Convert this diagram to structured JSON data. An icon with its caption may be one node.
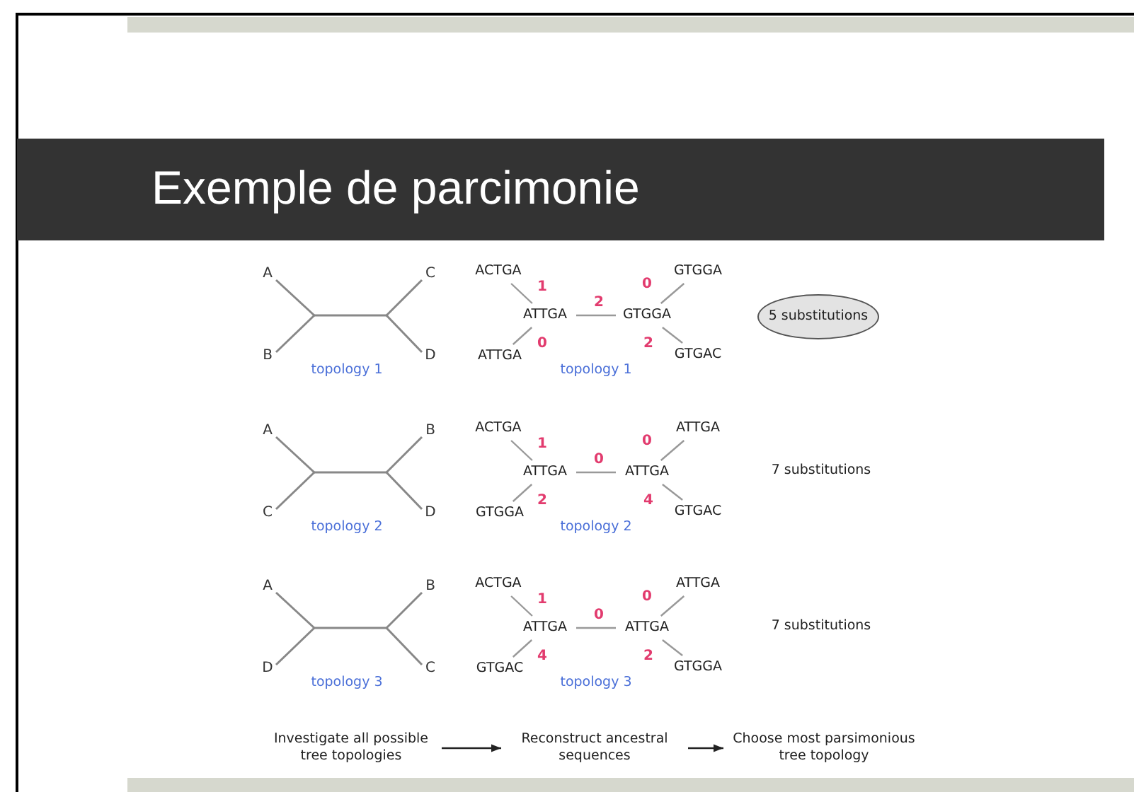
{
  "diagram": {
    "title": "Exemple de parcimonie",
    "nodes": [
      {
        "text": [
          "ACTGA"
        ]
      },
      {
        "text": [
          "GTGGA"
        ]
      },
      {
        "text": [
          "ATTGA"
        ]
      },
      {
        "text": [
          "GTGGA"
        ]
      },
      {
        "text": [
          "5 substitutions"
        ]
      },
      {
        "text": [
          "ATTGA"
        ]
      },
      {
        "text": [
          "GTGAC"
        ]
      },
      {
        "text": [
          "ACTGA"
        ]
      },
      {
        "text": [
          "ATTGA"
        ]
      },
      {
        "text": [
          "ATTGA"
        ]
      },
      {
        "text": [
          "ATTGA"
        ]
      },
      {
        "text": [
          "GTGGA"
        ]
      },
      {
        "text": [
          "GTGAC"
        ]
      },
      {
        "text": [
          "ACTGA"
        ]
      },
      {
        "text": [
          "ATTGA"
        ]
      },
      {
        "text": [
          "ATTGA"
        ]
      },
      {
        "text": [
          "ATTGA"
        ]
      },
      {
        "text": [
          "GTGAC"
        ]
      },
      {
        "text": [
          "GTGGA"
        ]
      },
      {
        "text": [
          "Investigate all possible tree topologies"
        ]
      },
      {
        "text": [
          "Reconstruct ancestral sequences"
        ]
      },
      {
        "text": [
          "Choose most parsimonious tree topology"
        ]
      }
    ],
    "edges": [
      {
        "from": 0,
        "to": 2,
        "arrow": "none",
        "label": "1"
      },
      {
        "from": 2,
        "to": 3,
        "arrow": "none",
        "label": "2"
      },
      {
        "from": 1,
        "to": 3,
        "arrow": "none",
        "label": "0"
      },
      {
        "from": 5,
        "to": 2,
        "arrow": "none",
        "label": "0"
      },
      {
        "from": 6,
        "to": 3,
        "arrow": "none",
        "label": "2"
      },
      {
        "from": 7,
        "to": 9,
        "arrow": "none",
        "label": "1"
      },
      {
        "from": 9,
        "to": 10,
        "arrow": "none",
        "label": "0"
      },
      {
        "from": 8,
        "to": 10,
        "arrow": "none",
        "label": "0"
      },
      {
        "from": 11,
        "to": 9,
        "arrow": "none",
        "label": "2"
      },
      {
        "from": 12,
        "to": 10,
        "arrow": "none",
        "label": "4"
      },
      {
        "from": 13,
        "to": 15,
        "arrow": "none",
        "label": "1"
      },
      {
        "from": 15,
        "to": 16,
        "arrow": "none",
        "label": "0"
      },
      {
        "from": 14,
        "to": 16,
        "arrow": "none",
        "label": "0"
      },
      {
        "from": 17,
        "to": 15,
        "arrow": "none",
        "label": "4"
      },
      {
        "from": 18,
        "to": 16,
        "arrow": "none",
        "label": "2"
      },
      {
        "from": 19,
        "to": 20,
        "arrow": "to",
        "color": "#222222"
      },
      {
        "from": 20,
        "to": 21,
        "arrow": "to",
        "color": "#222222"
      }
    ],
    "labels": [
      "A",
      "C",
      "B",
      "D",
      "topology 1",
      "topology 1",
      "A",
      "B",
      "7 substitutions",
      "C",
      "D",
      "topology 2",
      "topology 2",
      "A",
      "B",
      "7 substitutions",
      "D",
      "C",
      "topology 3",
      "topology 3"
    ]
  }
}
